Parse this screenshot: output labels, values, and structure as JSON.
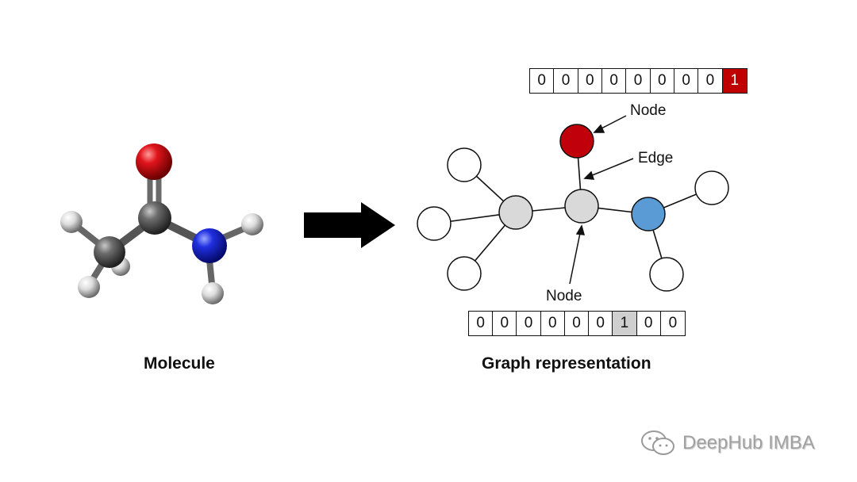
{
  "colors": {
    "red_node": "#c0000a",
    "blue_node": "#5b9bd5",
    "gray_node": "#d9d9d9",
    "white_node": "#ffffff",
    "arrow": "#000000",
    "highlight_cell_red": "#c00000",
    "highlight_cell_gray": "#cfcfcf"
  },
  "molecule": {
    "caption": "Molecule",
    "atoms": [
      "oxygen",
      "carbon",
      "carbon",
      "nitrogen",
      "hydrogen",
      "hydrogen",
      "hydrogen",
      "hydrogen",
      "hydrogen"
    ]
  },
  "transform_arrow": {
    "icon": "right-arrow-icon"
  },
  "graph": {
    "caption": "Graph representation",
    "top_vector": [
      "0",
      "0",
      "0",
      "0",
      "0",
      "0",
      "0",
      "0",
      "1"
    ],
    "top_vector_highlight_index": 8,
    "bottom_vector": [
      "0",
      "0",
      "0",
      "0",
      "0",
      "0",
      "1",
      "0",
      "0"
    ],
    "bottom_vector_highlight_index": 6,
    "labels": {
      "node_top": "Node",
      "edge": "Edge",
      "node_bottom": "Node"
    }
  },
  "watermark": {
    "icon": "wechat-icon",
    "text": "DeepHub IMBA"
  }
}
